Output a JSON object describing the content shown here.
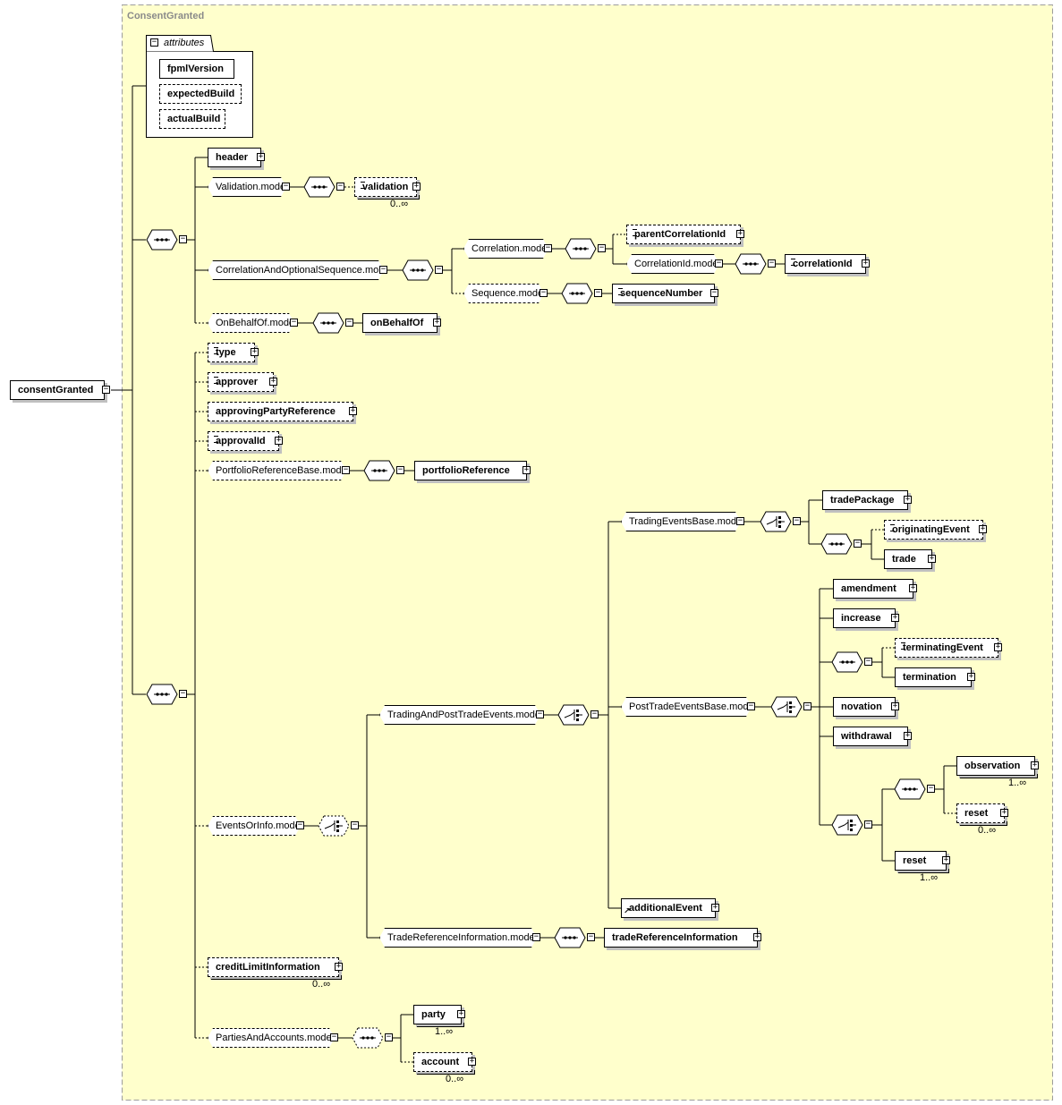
{
  "diagram": {
    "region_title": "ConsentGranted",
    "attributes_title": "attributes",
    "root": "consentGranted",
    "attributes": [
      {
        "id": "fpmlVersion",
        "label": "fpmlVersion",
        "optional": false
      },
      {
        "id": "expectedBuild",
        "label": "expectedBuild",
        "optional": true
      },
      {
        "id": "actualBuild",
        "label": "actualBuild",
        "optional": true
      }
    ],
    "elements": [
      {
        "id": "header",
        "label": "header",
        "optional": false
      },
      {
        "id": "validation",
        "label": "validation",
        "optional": true,
        "multi": true,
        "card": "0..∞"
      },
      {
        "id": "parentCorrelationId",
        "label": "parentCorrelationId",
        "optional": true
      },
      {
        "id": "correlationId",
        "label": "correlationId",
        "optional": false
      },
      {
        "id": "sequenceNumber",
        "label": "sequenceNumber",
        "optional": false
      },
      {
        "id": "onBehalfOf",
        "label": "onBehalfOf",
        "optional": false
      },
      {
        "id": "type",
        "label": "type",
        "optional": true
      },
      {
        "id": "approver",
        "label": "approver",
        "optional": true
      },
      {
        "id": "approvingPartyReference",
        "label": "approvingPartyReference",
        "optional": true
      },
      {
        "id": "approvalId",
        "label": "approvalId",
        "optional": true
      },
      {
        "id": "portfolioReference",
        "label": "portfolioReference",
        "optional": false
      },
      {
        "id": "tradePackage",
        "label": "tradePackage",
        "optional": false
      },
      {
        "id": "originatingEvent",
        "label": "originatingEvent",
        "optional": true
      },
      {
        "id": "trade",
        "label": "trade",
        "optional": false
      },
      {
        "id": "amendment",
        "label": "amendment",
        "optional": false
      },
      {
        "id": "increase",
        "label": "increase",
        "optional": false
      },
      {
        "id": "terminatingEvent",
        "label": "terminatingEvent",
        "optional": true
      },
      {
        "id": "termination",
        "label": "termination",
        "optional": false
      },
      {
        "id": "novation",
        "label": "novation",
        "optional": false
      },
      {
        "id": "withdrawal",
        "label": "withdrawal",
        "optional": false
      },
      {
        "id": "observation",
        "label": "observation",
        "optional": false,
        "multi": true,
        "card": "1..∞"
      },
      {
        "id": "reset1",
        "label": "reset",
        "optional": true,
        "multi": true,
        "card": "0..∞"
      },
      {
        "id": "reset2",
        "label": "reset",
        "optional": false,
        "multi": true,
        "card": "1..∞"
      },
      {
        "id": "additionalEvent",
        "label": "additionalEvent",
        "optional": false
      },
      {
        "id": "tradeReferenceInformation",
        "label": "tradeReferenceInformation",
        "optional": false
      },
      {
        "id": "creditLimitInformation",
        "label": "creditLimitInformation",
        "optional": true,
        "multi": true,
        "card": "0..∞"
      },
      {
        "id": "party",
        "label": "party",
        "optional": false,
        "multi": true,
        "card": "1..∞"
      },
      {
        "id": "account",
        "label": "account",
        "optional": true,
        "multi": true,
        "card": "0..∞"
      }
    ],
    "groups": [
      {
        "id": "validationModel",
        "label": "Validation.model",
        "optional": false
      },
      {
        "id": "correlationAndOptionalSequence",
        "label": "CorrelationAndOptionalSequence.mo...",
        "optional": false
      },
      {
        "id": "correlationModel",
        "label": "Correlation.model",
        "optional": false
      },
      {
        "id": "correlationIdModel",
        "label": "CorrelationId.model",
        "optional": false
      },
      {
        "id": "sequenceModel",
        "label": "Sequence.model",
        "optional": true
      },
      {
        "id": "onBehalfOfModel",
        "label": "OnBehalfOf.model",
        "optional": true
      },
      {
        "id": "portfolioReferenceBase",
        "label": "PortfolioReferenceBase.model",
        "optional": true
      },
      {
        "id": "tradingEventsBase",
        "label": "TradingEventsBase.model",
        "optional": false
      },
      {
        "id": "postTradeEventsBase",
        "label": "PostTradeEventsBase.model",
        "optional": false
      },
      {
        "id": "tradingAndPostTradeEvents",
        "label": "TradingAndPostTradeEvents.model",
        "optional": false
      },
      {
        "id": "eventsOrInfo",
        "label": "EventsOrInfo.model",
        "optional": true
      },
      {
        "id": "tradeReferenceInformationModel",
        "label": "TradeReferenceInformation.model",
        "optional": false
      },
      {
        "id": "partiesAndAccounts",
        "label": "PartiesAndAccounts.model",
        "optional": true
      }
    ],
    "colors": {
      "region_fill": "#ffffcc",
      "region_border": "#9c9c9c",
      "line": "#000000",
      "title": "#8a8a8a"
    },
    "icons": [
      "sequence-compositor-icon",
      "choice-compositor-icon",
      "expand-icon",
      "collapse-icon",
      "documentation-icon",
      "reference-arrow-icon"
    ]
  }
}
